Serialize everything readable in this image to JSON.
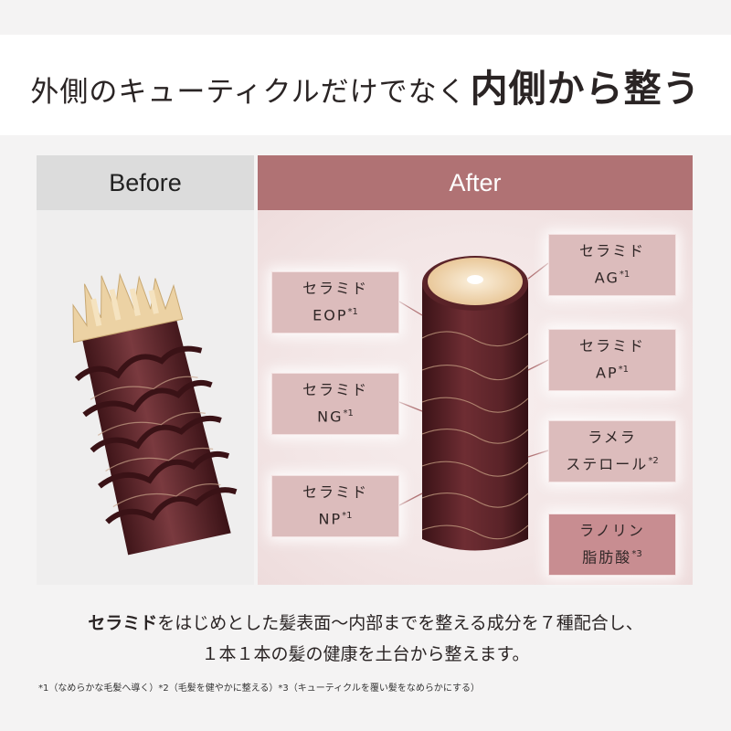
{
  "headline": {
    "lead": "外側のキューティクルだけでなく",
    "emphasis": "内側から整う"
  },
  "columns": {
    "before": "Before",
    "after": "After"
  },
  "ingredients": [
    {
      "name": "セラミド",
      "code": "EOP",
      "note": "*1"
    },
    {
      "name": "セラミド",
      "code": "NG",
      "note": "*1"
    },
    {
      "name": "セラミド",
      "code": "NP",
      "note": "*1"
    },
    {
      "name": "セラミド",
      "code": "AG",
      "note": "*1"
    },
    {
      "name": "セラミド",
      "code": "AP",
      "note": "*1"
    },
    {
      "name": "ラメラ",
      "code": "ステロール",
      "note": "*2"
    },
    {
      "name": "ラノリン",
      "code": "脂肪酸",
      "note": "*3"
    }
  ],
  "summary": {
    "highlight": "セラミド",
    "line1_rest": "をはじめとした髪表面〜内部までを整える成分を７種配合し、",
    "line2": "１本１本の髪の健康を土台から整えます。"
  },
  "footnotes": "*1（なめらかな毛髪へ導く）*2（毛髪を健やかに整える）*3（キューティクルを覆い髪をなめらかにする）",
  "colors": {
    "accent": "#b07274",
    "label_box": "#dcbcbc",
    "label_box_dark": "#c88d91",
    "hair": "#5a2328"
  }
}
